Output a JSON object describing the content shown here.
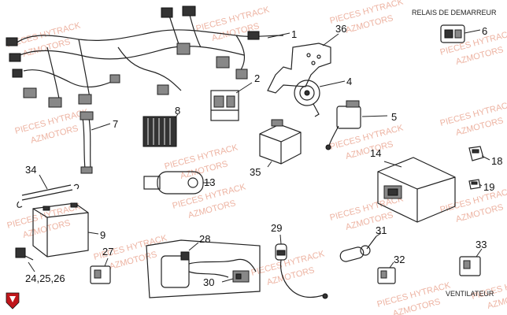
{
  "captions": {
    "top_right": "RELAIS DE DEMARREUR",
    "bottom_right": "VENTILATEUR"
  },
  "watermark": {
    "line1": "PIECES HYTRACK",
    "line2": "AZMOTORS",
    "color": "#e79a83"
  },
  "callouts": [
    {
      "id": "1",
      "label": "1"
    },
    {
      "id": "2",
      "label": "2"
    },
    {
      "id": "4",
      "label": "4"
    },
    {
      "id": "5",
      "label": "5"
    },
    {
      "id": "6",
      "label": "6"
    },
    {
      "id": "7",
      "label": "7"
    },
    {
      "id": "8",
      "label": "8"
    },
    {
      "id": "9",
      "label": "9"
    },
    {
      "id": "13",
      "label": "13"
    },
    {
      "id": "14",
      "label": "14"
    },
    {
      "id": "18",
      "label": "18"
    },
    {
      "id": "19",
      "label": "19"
    },
    {
      "id": "24",
      "label": "24,25,26"
    },
    {
      "id": "27",
      "label": "27"
    },
    {
      "id": "28",
      "label": "28"
    },
    {
      "id": "29",
      "label": "29"
    },
    {
      "id": "30",
      "label": "30"
    },
    {
      "id": "31",
      "label": "31"
    },
    {
      "id": "32",
      "label": "32"
    },
    {
      "id": "33",
      "label": "33"
    },
    {
      "id": "34",
      "label": "34"
    },
    {
      "id": "35",
      "label": "35"
    },
    {
      "id": "36",
      "label": "36"
    }
  ],
  "colors": {
    "line": "#222222",
    "logo": "#c0161b"
  },
  "icons": {
    "logo": "brand-shield-icon"
  }
}
